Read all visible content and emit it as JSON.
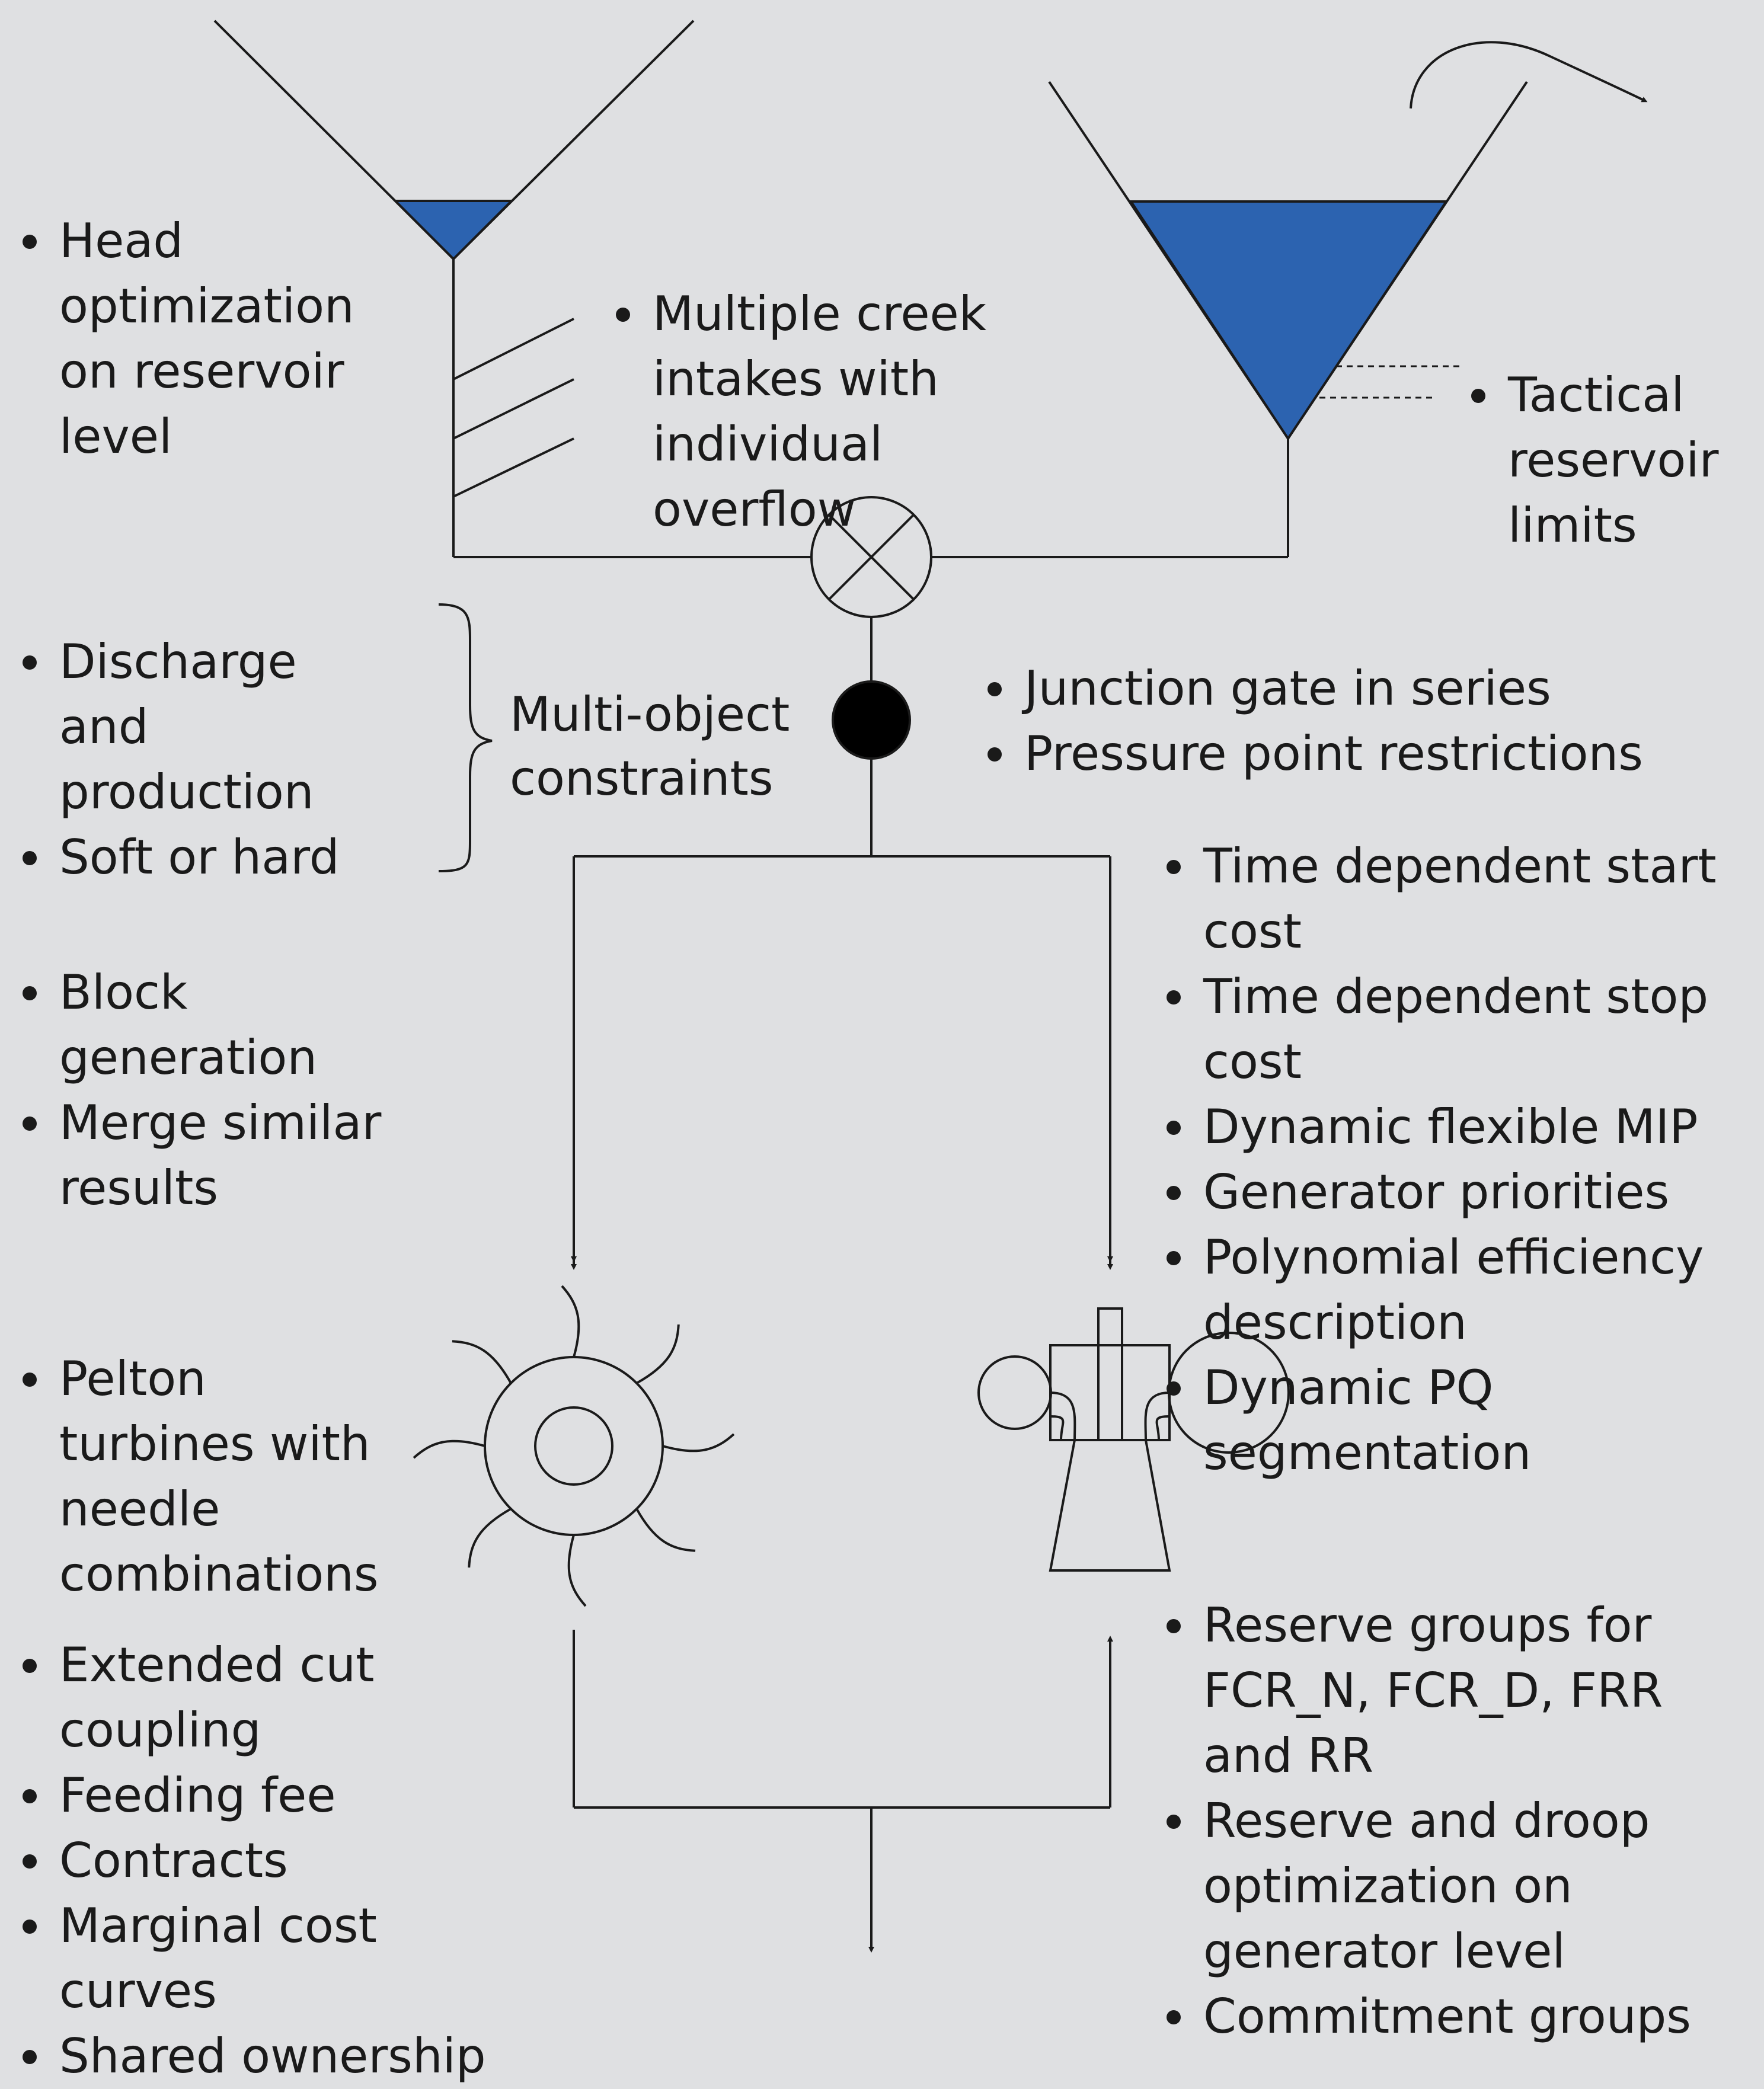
{
  "colors": {
    "background": "#dfe0e2",
    "water": "#2c63b0",
    "line": "#1a1a1a"
  },
  "icons": {
    "left_reservoir": "funnel-reservoir-icon",
    "right_reservoir": "funnel-reservoir-icon",
    "spill_arrow": "curved-arrow-icon",
    "junction": "junction-gate-icon",
    "pressure_point": "pressure-point-icon",
    "pelton": "pelton-turbine-icon",
    "generator": "generator-icon"
  },
  "notes": {
    "head_optimization": [
      "Head optimization on reservoir level"
    ],
    "creek_intakes": [
      "Multiple creek intakes with individual overflow"
    ],
    "tactical_limits": [
      "Tactical reservoir limits"
    ],
    "discharge": [
      "Discharge and production",
      "Soft or hard"
    ],
    "constraints_label": [
      "Multi-object",
      "constraints"
    ],
    "junction": [
      "Junction gate in series",
      "Pressure point restrictions"
    ],
    "generator": [
      "Time dependent start cost",
      "Time dependent stop cost",
      "Dynamic flexible MIP",
      "Generator priorities",
      "Polynomial efficiency description",
      "Dynamic PQ segmentation"
    ],
    "block": [
      "Block generation",
      "Merge similar results"
    ],
    "pelton": [
      "Pelton turbines with needle combinations"
    ],
    "market": [
      "Extended cut coupling",
      "Feeding fee",
      "Contracts",
      "Marginal cost curves",
      "Shared ownership"
    ],
    "reserves": [
      "Reserve groups for FCR_N, FCR_D, FRR and RR",
      "Reserve and droop optimization on generator level",
      "Commitment groups"
    ]
  }
}
